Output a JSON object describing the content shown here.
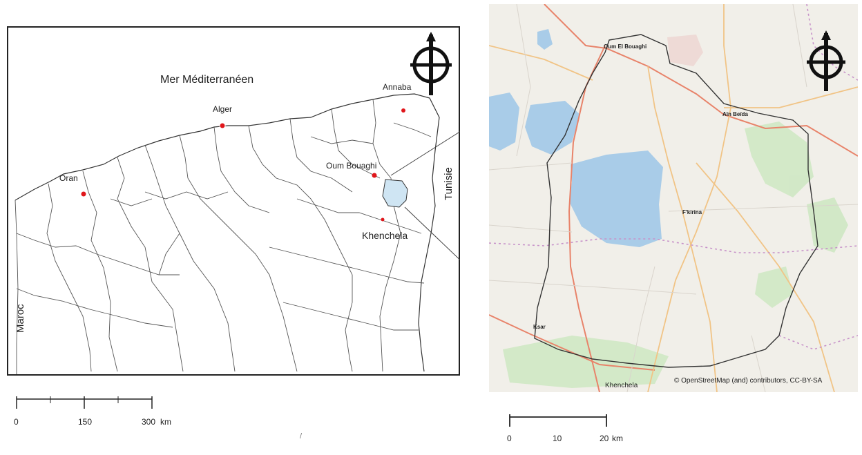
{
  "left_map": {
    "sea_label": "Mer Méditerranéen",
    "country_east": "Tunisie",
    "country_west": "Maroc",
    "cities": [
      {
        "name": "Alger"
      },
      {
        "name": "Oran"
      },
      {
        "name": "Annaba"
      },
      {
        "name": "Oum Bouaghi"
      },
      {
        "name": "Khenchela"
      }
    ],
    "scale": {
      "ticks": [
        "0",
        "150",
        "300"
      ],
      "unit": "km"
    }
  },
  "right_map": {
    "towns": [
      "Oum El Bouaghi",
      "Aïn Beïda",
      "F'kirina",
      "Ksar",
      "Khenchela"
    ],
    "attribution": "© OpenStreetMap (and) contributors, CC-BY-SA",
    "scale": {
      "ticks": [
        "0",
        "10",
        "20"
      ],
      "unit": "km"
    }
  },
  "colors": {
    "map_background": "#f1efe9",
    "water": "#a9cce8",
    "study_area": "#cfe5f3",
    "vegetation": "#cfe8c4",
    "main_road": "#e8836a",
    "secondary_road": "#f1c486",
    "boundary_dotted": "#c792c9",
    "city_marker": "#e0161b"
  },
  "icons": [
    "north-arrow-icon",
    "north-arrow-icon"
  ]
}
